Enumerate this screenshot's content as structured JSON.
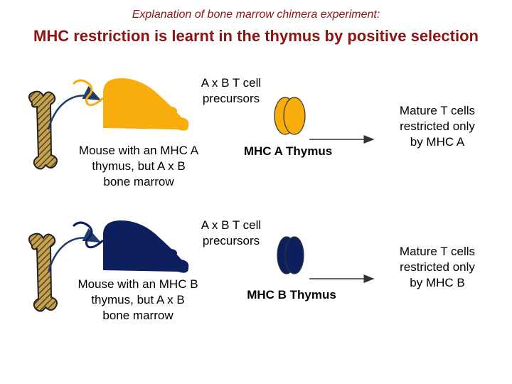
{
  "header": {
    "subtitle": "Explanation of bone marrow chimera experiment:",
    "title": "MHC restriction is learnt in the thymus by positive selection"
  },
  "panels": [
    {
      "mouse_color": "#f7ae0d",
      "thymus_color": "#f7ae0d",
      "precursors_line1": "A x B T cell",
      "precursors_line2": "precursors",
      "mouse_line1": "Mouse with an MHC A",
      "mouse_line2": "thymus, but A x B",
      "mouse_line3": "bone marrow",
      "thymus_label": "MHC A Thymus",
      "result_line1": "Mature T cells",
      "result_line2": "restricted only",
      "result_line3": "by MHC A"
    },
    {
      "mouse_color": "#0d1f5c",
      "thymus_color": "#0d1f5c",
      "precursors_line1": "A x B T cell",
      "precursors_line2": "precursors",
      "mouse_line1": "Mouse with an MHC B",
      "mouse_line2": "thymus, but A x B",
      "mouse_line3": "bone marrow",
      "thymus_label": "MHC B Thymus",
      "result_line1": "Mature T cells",
      "result_line2": "restricted only",
      "result_line3": "by MHC B"
    }
  ],
  "colors": {
    "title": "#8b1414",
    "bone_stripe": "#c8a24a",
    "arrow": "#1f3c6b"
  }
}
